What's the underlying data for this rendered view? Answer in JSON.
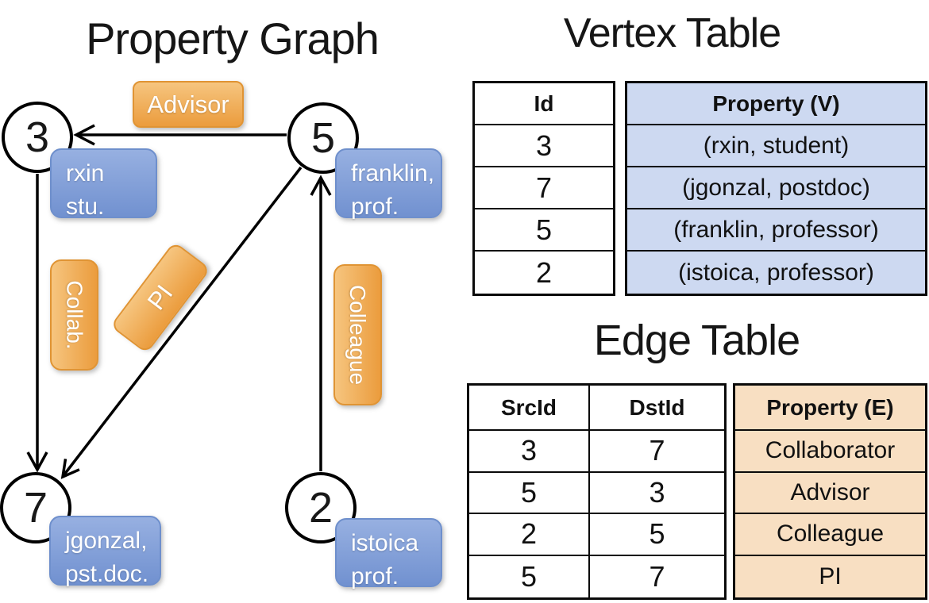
{
  "graph_panel": {
    "title": "Property Graph",
    "nodes": [
      {
        "id": "3",
        "prop1": "rxin",
        "prop2": "stu."
      },
      {
        "id": "5",
        "prop1": "franklin,",
        "prop2": "prof."
      },
      {
        "id": "7",
        "prop1": "jgonzal,",
        "prop2": "pst.doc."
      },
      {
        "id": "2",
        "prop1": "istoica",
        "prop2": "prof."
      }
    ],
    "edge_labels": {
      "advisor": "Advisor",
      "collab": "Collab.",
      "pi": "PI",
      "colleague": "Colleague"
    },
    "edges": [
      {
        "src": "5",
        "dst": "3",
        "label": "Advisor"
      },
      {
        "src": "3",
        "dst": "7",
        "label": "Collab."
      },
      {
        "src": "5",
        "dst": "7",
        "label": "PI"
      },
      {
        "src": "2",
        "dst": "5",
        "label": "Colleague"
      }
    ]
  },
  "vertex_table": {
    "title": "Vertex Table",
    "id_header": "Id",
    "property_header": "Property (V)",
    "rows": [
      {
        "id": "3",
        "property": "(rxin, student)"
      },
      {
        "id": "7",
        "property": "(jgonzal, postdoc)"
      },
      {
        "id": "5",
        "property": "(franklin, professor)"
      },
      {
        "id": "2",
        "property": "(istoica, professor)"
      }
    ]
  },
  "edge_table": {
    "title": "Edge Table",
    "src_header": "SrcId",
    "dst_header": "DstId",
    "property_header": "Property (E)",
    "rows": [
      {
        "src": "3",
        "dst": "7",
        "property": "Collaborator"
      },
      {
        "src": "5",
        "dst": "3",
        "property": "Advisor"
      },
      {
        "src": "2",
        "dst": "5",
        "property": "Colleague"
      },
      {
        "src": "5",
        "dst": "7",
        "property": "PI"
      }
    ]
  },
  "colors": {
    "edge_label_orange_light": "#f6c57f",
    "edge_label_orange_dark": "#eb9c3d",
    "vertex_label_blue_light": "#97b0e1",
    "vertex_label_blue_dark": "#7191d0",
    "vertex_table_cell": "#cdd9f1",
    "edge_table_cell": "#f8dfc2",
    "line_black": "#000000"
  }
}
